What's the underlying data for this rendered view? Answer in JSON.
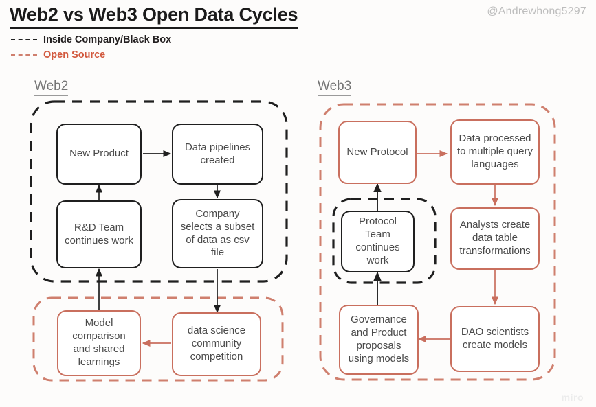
{
  "header": {
    "title": "Web2 vs Web3 Open Data Cycles",
    "handle": "@Andrewhong5297",
    "watermark": "miro"
  },
  "legend": {
    "items": [
      {
        "label": "Inside Company/Black Box",
        "color": "#231f20",
        "dash_color": "#222222",
        "style": "dashed"
      },
      {
        "label": "Open Source",
        "color": "#d2593e",
        "dash_color": "#cf7f6e",
        "style": "dashed"
      }
    ]
  },
  "colors": {
    "black": "#1f1f1f",
    "orange": "#c96f5e",
    "orange_text": "#d2593e",
    "node_text": "#4a4a4a",
    "column_title": "#757575",
    "background": "#fdfcfb"
  },
  "columns": [
    {
      "id": "web2",
      "title": "Web2"
    },
    {
      "id": "web3",
      "title": "Web3"
    }
  ],
  "regions": [
    {
      "id": "web2-closed",
      "column": "web2",
      "kind": "inside-company",
      "border": "black"
    },
    {
      "id": "web2-opensource",
      "column": "web2",
      "kind": "open-source",
      "border": "orange"
    },
    {
      "id": "web3-opensource",
      "column": "web3",
      "kind": "open-source",
      "border": "orange"
    },
    {
      "id": "web3-closed",
      "column": "web3",
      "kind": "inside-company",
      "border": "black"
    }
  ],
  "nodes": {
    "web2": [
      {
        "id": "new-product",
        "label": "New Product",
        "border": "black",
        "region": "web2-closed"
      },
      {
        "id": "data-pipelines",
        "label": "Data pipelines created",
        "border": "black",
        "region": "web2-closed"
      },
      {
        "id": "rd-team",
        "label": "R&D Team continues work",
        "border": "black",
        "region": "web2-closed"
      },
      {
        "id": "company-subset",
        "label": "Company selects a subset of data as csv file",
        "border": "black",
        "region": "web2-closed"
      },
      {
        "id": "model-comparison",
        "label": "Model comparison and shared learnings",
        "border": "orange",
        "region": "web2-opensource"
      },
      {
        "id": "data-science-comp",
        "label": "data science community competition",
        "border": "orange",
        "region": "web2-opensource"
      }
    ],
    "web3": [
      {
        "id": "new-protocol",
        "label": "New Protocol",
        "border": "orange",
        "region": "web3-opensource"
      },
      {
        "id": "data-processed",
        "label": "Data processed to multiple query languages",
        "border": "orange",
        "region": "web3-opensource"
      },
      {
        "id": "protocol-team",
        "label": "Protocol Team continues work",
        "border": "black",
        "region": "web3-closed"
      },
      {
        "id": "analysts-create",
        "label": "Analysts create data table transformations",
        "border": "orange",
        "region": "web3-opensource"
      },
      {
        "id": "governance",
        "label": "Governance and Product proposals using models",
        "border": "orange",
        "region": "web3-opensource"
      },
      {
        "id": "dao-scientists",
        "label": "DAO scientists create models",
        "border": "orange",
        "region": "web3-opensource"
      }
    ]
  },
  "edges": [
    {
      "from": "new-product",
      "to": "data-pipelines",
      "color": "black"
    },
    {
      "from": "data-pipelines",
      "to": "company-subset",
      "color": "black"
    },
    {
      "from": "company-subset",
      "to": "data-science-comp",
      "color": "black"
    },
    {
      "from": "data-science-comp",
      "to": "model-comparison",
      "color": "orange"
    },
    {
      "from": "model-comparison",
      "to": "rd-team",
      "color": "black"
    },
    {
      "from": "rd-team",
      "to": "new-product",
      "color": "black"
    },
    {
      "from": "new-protocol",
      "to": "data-processed",
      "color": "orange"
    },
    {
      "from": "data-processed",
      "to": "analysts-create",
      "color": "orange"
    },
    {
      "from": "analysts-create",
      "to": "dao-scientists",
      "color": "orange"
    },
    {
      "from": "dao-scientists",
      "to": "governance",
      "color": "orange"
    },
    {
      "from": "governance",
      "to": "protocol-team",
      "color": "black"
    },
    {
      "from": "protocol-team",
      "to": "new-protocol",
      "color": "black"
    }
  ]
}
